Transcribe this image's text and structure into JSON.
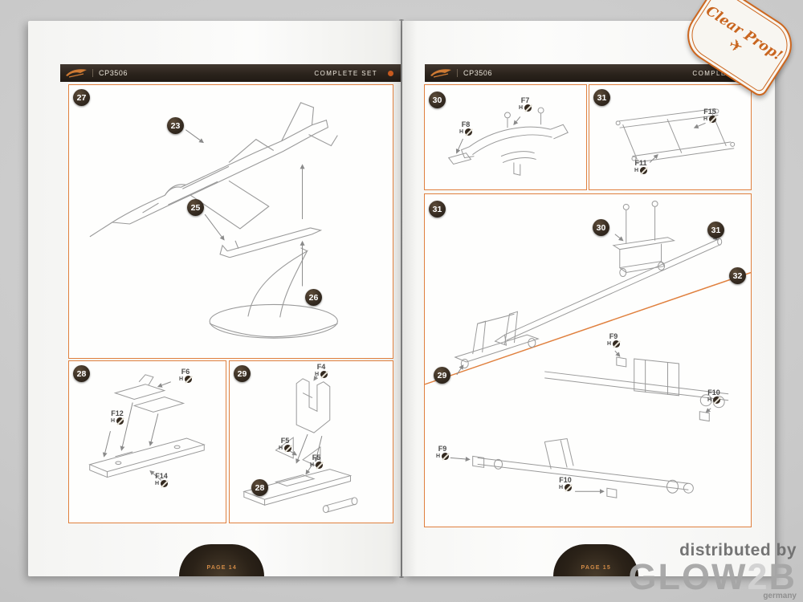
{
  "brand": {
    "name": "Clear Prop!",
    "logo_clear": "Clear",
    "logo_prop": "Prop!"
  },
  "header": {
    "catalog": "CP3506",
    "set_label": "COMPLETE SET"
  },
  "symbols": {
    "h": "H"
  },
  "colors": {
    "accent_orange": "#d96f2e",
    "panel_border": "#e0803e",
    "header_bg": "#2b231c",
    "badge_bg": "#342a20",
    "page_bg": "#fbfbfa"
  },
  "left_page": {
    "footer_label": "PAGE 14",
    "step27": {
      "step": "27",
      "part23": "23",
      "part25": "25",
      "part26": "26"
    },
    "step28": {
      "step": "28",
      "f6": "F6",
      "f12": "F12",
      "f14": "F14"
    },
    "step29": {
      "step": "29",
      "f4": "F4",
      "f5a": "F5",
      "f5b": "F5",
      "subassembly28": "28"
    }
  },
  "right_page": {
    "footer_label": "PAGE 15",
    "step30": {
      "step": "30",
      "f7": "F7",
      "f8": "F8"
    },
    "step31": {
      "step": "31",
      "f15": "F15",
      "f11": "F11"
    },
    "step31_assembly": {
      "step": "31",
      "sub30": "30",
      "sub31": "31",
      "sub29": "29"
    },
    "step32": {
      "step": "32",
      "f9_top": "F9",
      "f10_top": "F10",
      "f9_bottom": "F9",
      "f10_bottom": "F10"
    }
  },
  "watermark": {
    "line1": "distributed by",
    "glow_pre": "GLOW",
    "glow_digit": "2",
    "glow_post": "B",
    "line3": "germany"
  }
}
